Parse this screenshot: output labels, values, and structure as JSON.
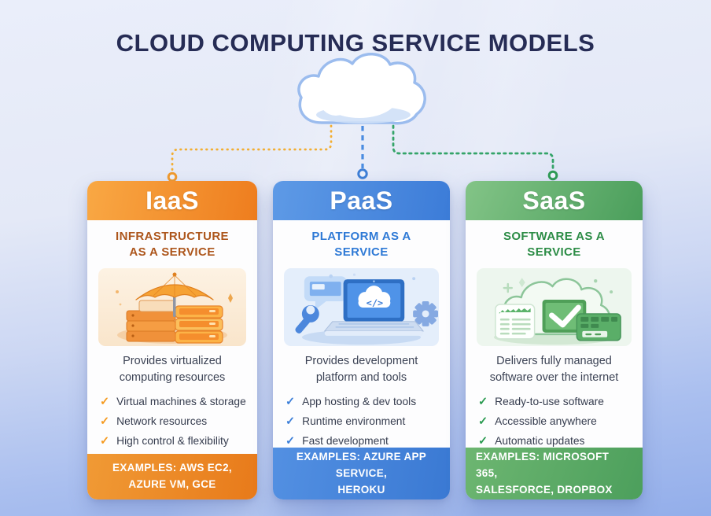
{
  "title": "CLOUD COMPUTING SERVICE MODELS",
  "icons": {
    "check": "✓",
    "cloud": "cloud-icon"
  },
  "connector_colors": {
    "iaas": "#f2ae33",
    "paas": "#4a8ce0",
    "saas": "#34a469"
  },
  "cards": [
    {
      "id": "iaas",
      "header_label": "IaaS",
      "subtitle": [
        "INFRASTRUCTURE",
        "AS A SERVICE"
      ],
      "description": [
        "Provides virtualized",
        "computing resources"
      ],
      "features": [
        "Virtual machines & storage",
        "Network resources",
        "High control & flexibility"
      ],
      "examples": [
        "EXAMPLES: AWS EC2,",
        "AZURE VM, GCE"
      ],
      "accent_color": "#ee7f20",
      "illustration": "servers-with-umbrella"
    },
    {
      "id": "paas",
      "header_label": "PaaS",
      "subtitle": [
        "PLATFORM AS A",
        "SERVICE"
      ],
      "description": [
        "Provides development",
        "platform and tools"
      ],
      "features": [
        "App hosting & dev tools",
        "Runtime environment",
        "Fast development"
      ],
      "examples": [
        "EXAMPLES: AZURE APP SERVICE,",
        "HEROKU"
      ],
      "accent_color": "#3d7ed9",
      "illustration": "laptop-with-dev-tools"
    },
    {
      "id": "saas",
      "header_label": "SaaS",
      "subtitle": [
        "SOFTWARE AS A",
        "SERVICE"
      ],
      "description": [
        "Delivers fully managed",
        "software over the internet"
      ],
      "features": [
        "Ready-to-use software",
        "Accessible anywhere",
        "Automatic updates"
      ],
      "examples": [
        "EXAMPLES: MICROSOFT 365,",
        "SALESFORCE, DROPBOX"
      ],
      "accent_color": "#4f9f5d",
      "illustration": "cloud-with-apps"
    }
  ]
}
